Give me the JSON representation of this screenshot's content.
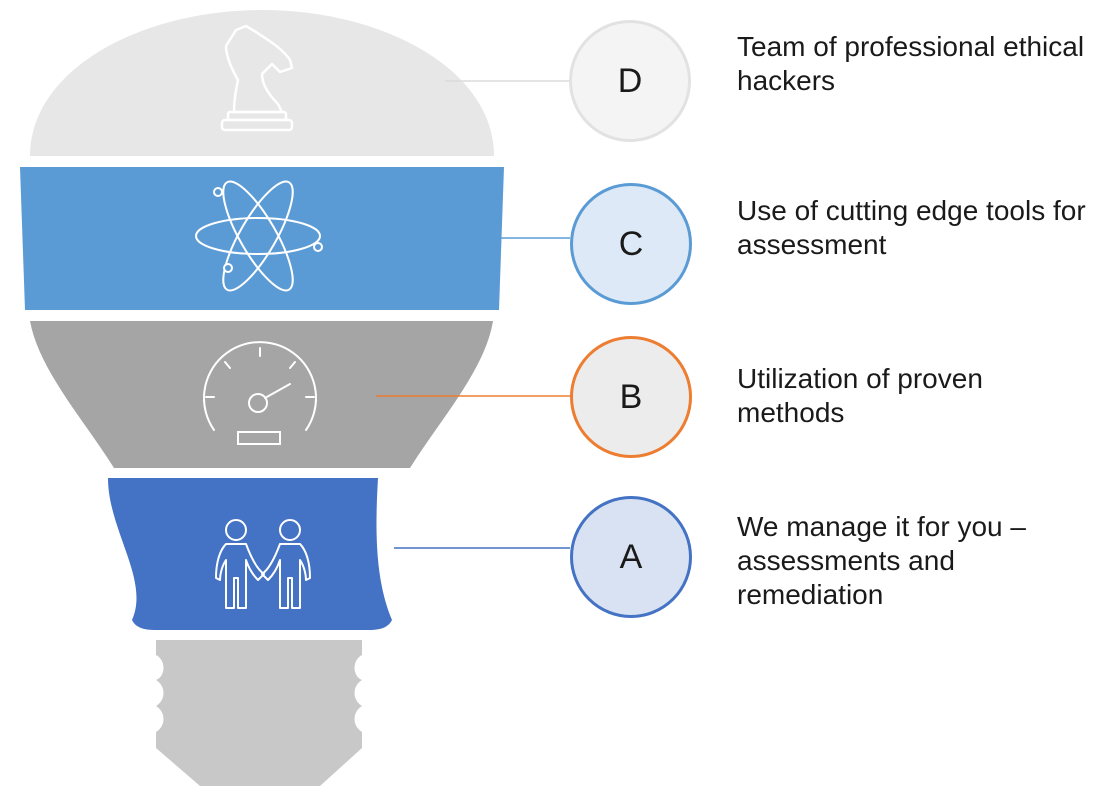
{
  "steps": [
    {
      "letter": "D",
      "text": "Team of professional ethical hackers",
      "icon": "chess-knight-icon",
      "band_color": "#e7e7e7",
      "ring_color": "#e2e2e2",
      "fill_color": "#f4f4f4"
    },
    {
      "letter": "C",
      "text": "Use of cutting edge tools for assessment",
      "icon": "atom-icon",
      "band_color": "#5b9bd5",
      "ring_color": "#5b9bd5",
      "fill_color": "#dde9f6"
    },
    {
      "letter": "B",
      "text": "Utilization of proven methods",
      "icon": "speedometer-icon",
      "band_color": "#a5a5a5",
      "ring_color": "#ed7d31",
      "fill_color": "#ececec"
    },
    {
      "letter": "A",
      "text": "We manage it for you – assessments and remediation",
      "icon": "handshake-people-icon",
      "band_color": "#4472c4",
      "ring_color": "#4472c4",
      "fill_color": "#d9e2f3"
    }
  ],
  "bulb": {
    "base_color": "#c8c8c8"
  }
}
